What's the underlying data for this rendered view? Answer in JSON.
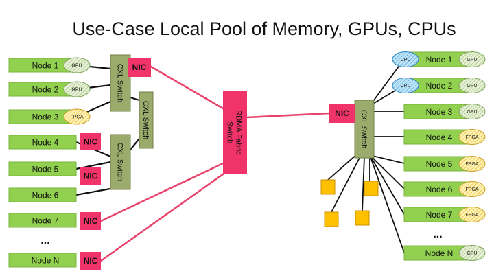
{
  "title": "Use-Case Local Pool of Memory, GPUs, CPUs",
  "colors": {
    "node_fill": "#92d050",
    "node_stroke": "#7ab33c",
    "switch_fill": "#9aab6c",
    "switch_stroke": "#6e7d48",
    "nic_fill": "#f0346a",
    "rdma_fill": "#f0346a",
    "link_black": "#111111",
    "link_red": "#e8436b",
    "gpu_badge_fill": "#e6f0d8",
    "fpga_badge_fill": "#fff2b3",
    "cpu_badge_fill": "#9fd4f2",
    "memory_fill": "#ffc000"
  },
  "left_cluster": {
    "nodes": [
      {
        "label": "Node 1",
        "badge": "GPU",
        "badge_kind": "gpu"
      },
      {
        "label": "Node 2",
        "badge": "GPU",
        "badge_kind": "gpu"
      },
      {
        "label": "Node 3",
        "badge": "FPGA",
        "badge_kind": "fpga"
      },
      {
        "label": "Node 4",
        "badge": "",
        "badge_kind": "none"
      },
      {
        "label": "Node 5",
        "badge": "",
        "badge_kind": "none"
      },
      {
        "label": "Node 6",
        "badge": "",
        "badge_kind": "none"
      },
      {
        "label": "Node 7",
        "badge": "",
        "badge_kind": "none"
      },
      {
        "label": "Node N",
        "badge": "",
        "badge_kind": "none"
      }
    ],
    "ellipsis": "...",
    "switches": [
      "CXL Switch",
      "CXL Switch",
      "CXL Switch"
    ],
    "nic_label": "NIC"
  },
  "fabric": {
    "label_line1": "RDMA Fabric",
    "label_line2": "Switch"
  },
  "right_cluster": {
    "nic_label": "NIC",
    "switch_label": "CXL Switch",
    "nodes": [
      {
        "label": "Node 1",
        "badge": "GPU",
        "badge_kind": "gpu",
        "cpu": "CPU"
      },
      {
        "label": "Node 2",
        "badge": "GPU",
        "badge_kind": "gpu",
        "cpu": "CPU"
      },
      {
        "label": "Node 3",
        "badge": "GPU",
        "badge_kind": "gpu",
        "cpu": ""
      },
      {
        "label": "Node 4",
        "badge": "FPGA",
        "badge_kind": "fpga",
        "cpu": ""
      },
      {
        "label": "Node 5",
        "badge": "FPGA",
        "badge_kind": "fpga",
        "cpu": ""
      },
      {
        "label": "Node 6",
        "badge": "FPGA",
        "badge_kind": "fpga",
        "cpu": ""
      },
      {
        "label": "Node 7",
        "badge": "FPGA",
        "badge_kind": "fpga",
        "cpu": ""
      },
      {
        "label": "Node N",
        "badge": "GPU",
        "badge_kind": "gpu",
        "cpu": ""
      }
    ],
    "ellipsis": "...",
    "memory_blocks": 4
  }
}
